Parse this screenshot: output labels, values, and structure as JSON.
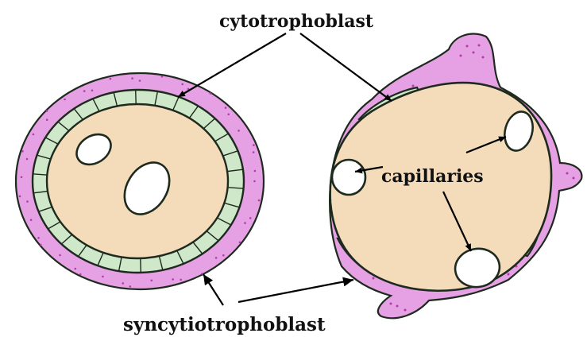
{
  "labels": {
    "cytotrophoblast": "cytotrophoblast",
    "capillaries": "capillaries",
    "syncytiotrophoblast": "syncytiotrophoblast"
  },
  "colors": {
    "syncytiotrophoblast_fill": "#e6a0e4",
    "syncytiotrophoblast_dots": "#b23cae",
    "cytotrophoblast_fill": "#cfe8c9",
    "core_fill": "#f4dcbb",
    "outline": "#1d2a1d",
    "capillary_fill": "#ffffff"
  }
}
